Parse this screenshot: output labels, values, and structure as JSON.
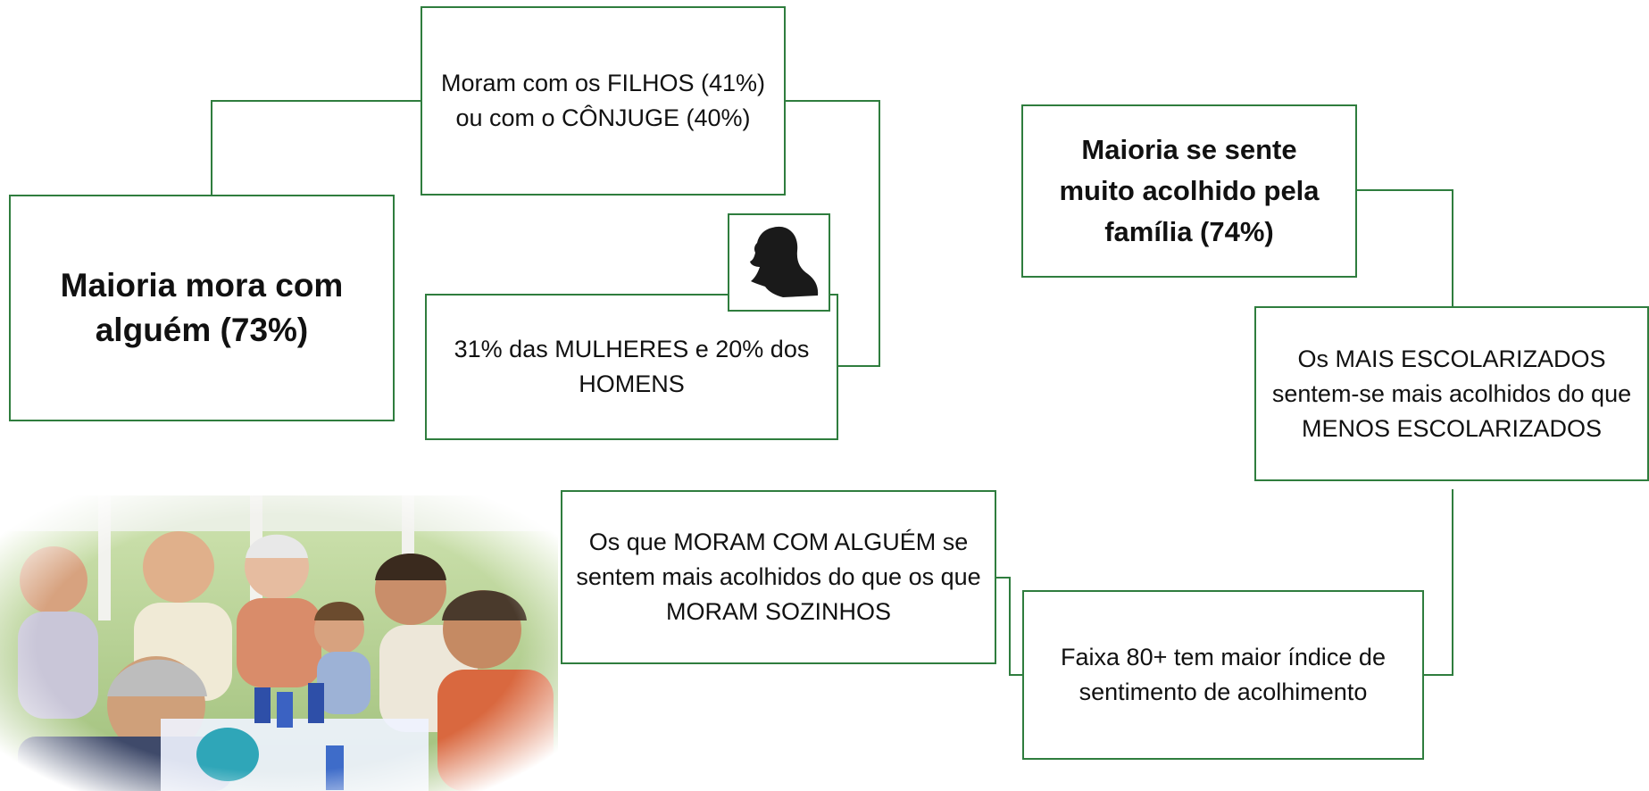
{
  "left_group": {
    "main": "Maioria mora com alguém (73%)",
    "children_spouse": "Moram com os FILHOS (41%) ou com o CÔNJUGE (40%)",
    "women_men": "31% das MULHERES e 20% dos HOMENS",
    "icon": "woman-silhouette-icon"
  },
  "right_group": {
    "main": "Maioria se sente muito acolhido pela família (74%)",
    "more_schooled": "Os MAIS ESCOLARIZADOS sentem-se mais acolhidos do que MENOS ESCOLARIZADOS",
    "age_80": "Faixa 80+ tem maior índice de sentimento de acolhimento",
    "live_with_someone": "Os que MORAM COM ALGUÉM se sentem mais acolhidos do que os que MORAM SOZINHOS"
  },
  "colors": {
    "border": "#2f7d3e",
    "text": "#111111",
    "background": "#ffffff"
  }
}
